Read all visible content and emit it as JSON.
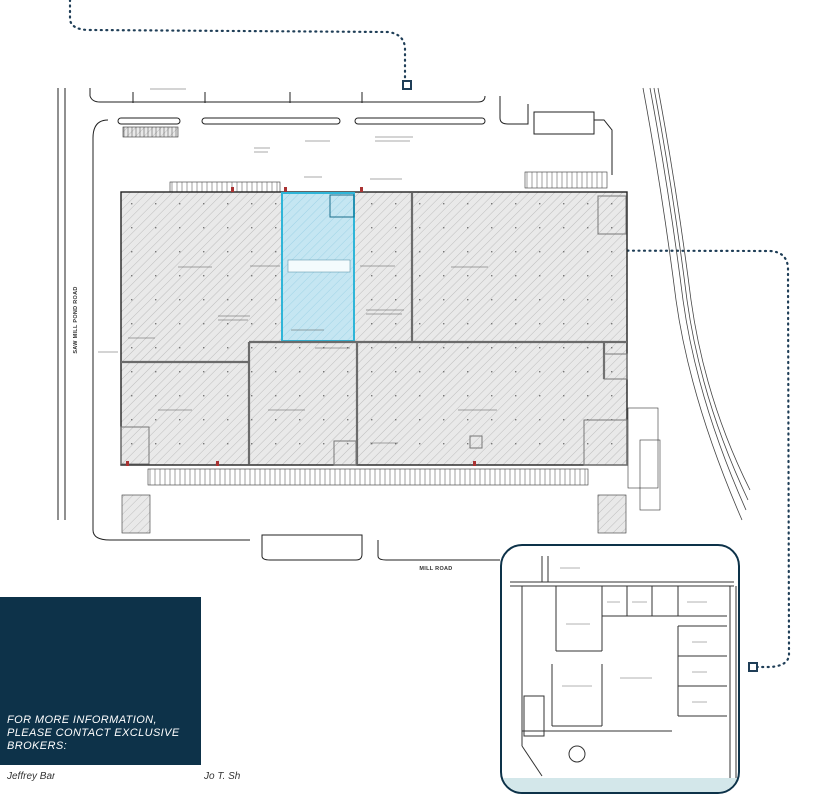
{
  "site_plan": {
    "road_west": "SAW MILL POND ROAD",
    "road_south": "MILL ROAD",
    "highlight_color": "#2fb5d8"
  },
  "contact": {
    "cta": "FOR MORE INFORMATION, PLEASE CONTACT EXCLUSIVE BROKERS:",
    "broker_1_partial": "Jeffrey Bar",
    "broker_2_partial": "Jo T. Sh"
  },
  "colors": {
    "panel": "#0d3249",
    "connector": "#1f3e57",
    "inset_band": "#d3e7ea"
  }
}
